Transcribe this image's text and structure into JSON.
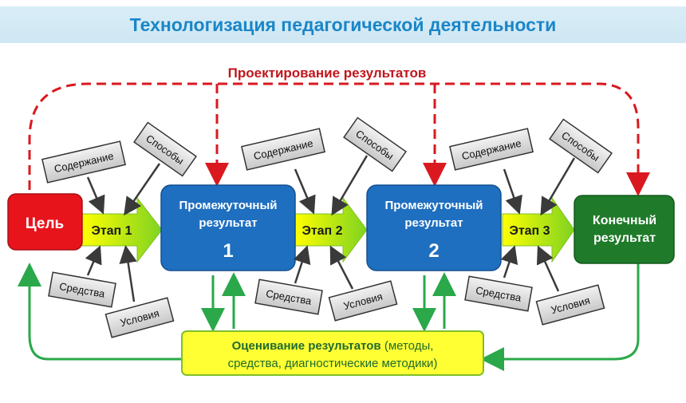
{
  "title": "Технологизация педагогической деятельности",
  "design_label": "Проектирование результатов",
  "goal": "Цель",
  "stages": [
    "Этап 1",
    "Этап 2",
    "Этап 3"
  ],
  "intermediate_label_line1": "Промежуточный",
  "intermediate_label_line2": "результат",
  "intermediate_numbers": [
    "1",
    "2"
  ],
  "final_line1": "Конечный",
  "final_line2": "результат",
  "factors": {
    "content": "Содержание",
    "methods": "Способы",
    "means": "Средства",
    "conditions": "Условия"
  },
  "evaluation_bold": "Оценивание результатов",
  "evaluation_rest1": " (методы,",
  "evaluation_line2": "средства, диагностические методики)",
  "colors": {
    "goal": "#e8141c",
    "intermediate": "#1f6fc0",
    "final": "#1f7a2a",
    "stage_arrow": "#b5e61d",
    "evaluation_bg": "#ffff33",
    "design_arrows": "#d9191f",
    "eval_arrows": "#2aa84a",
    "factor_box": "#d3d3d3"
  }
}
